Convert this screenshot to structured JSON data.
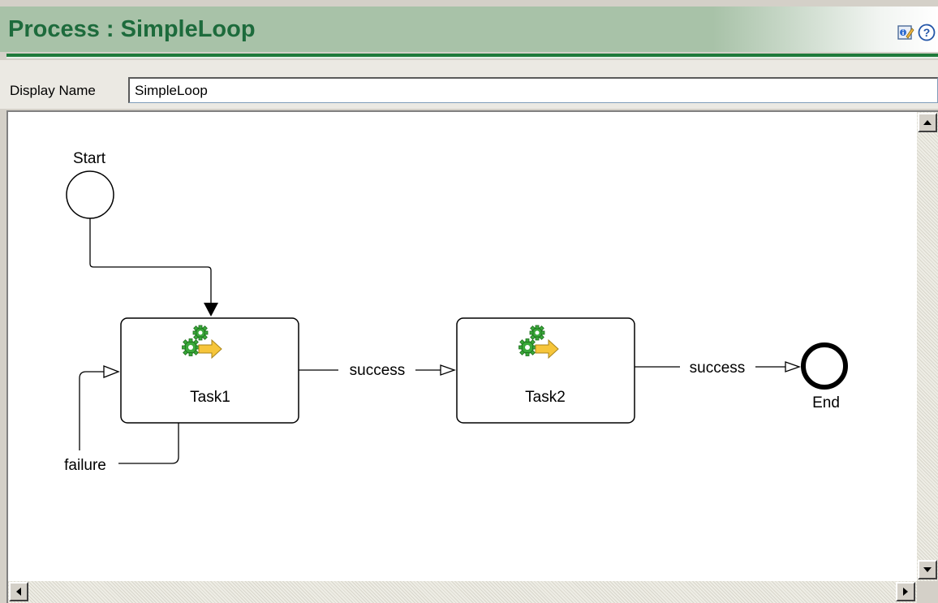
{
  "header": {
    "title": "Process : SimpleLoop",
    "icons": [
      "properties-icon",
      "help-icon"
    ]
  },
  "display_name": {
    "label": "Display Name",
    "value": "SimpleLoop"
  },
  "diagram": {
    "start_label": "Start",
    "end_label": "End",
    "tasks": [
      {
        "label": "Task1",
        "icon": "gears-arrow-icon"
      },
      {
        "label": "Task2",
        "icon": "gears-arrow-icon"
      }
    ],
    "transitions": {
      "task1_to_task2": "success",
      "task2_to_end": "success",
      "task1_loop": "failure"
    }
  },
  "colors": {
    "header_bg": "#a8c2a8",
    "title_green": "#1d6b3c",
    "rule_green": "#1f7a3a"
  }
}
